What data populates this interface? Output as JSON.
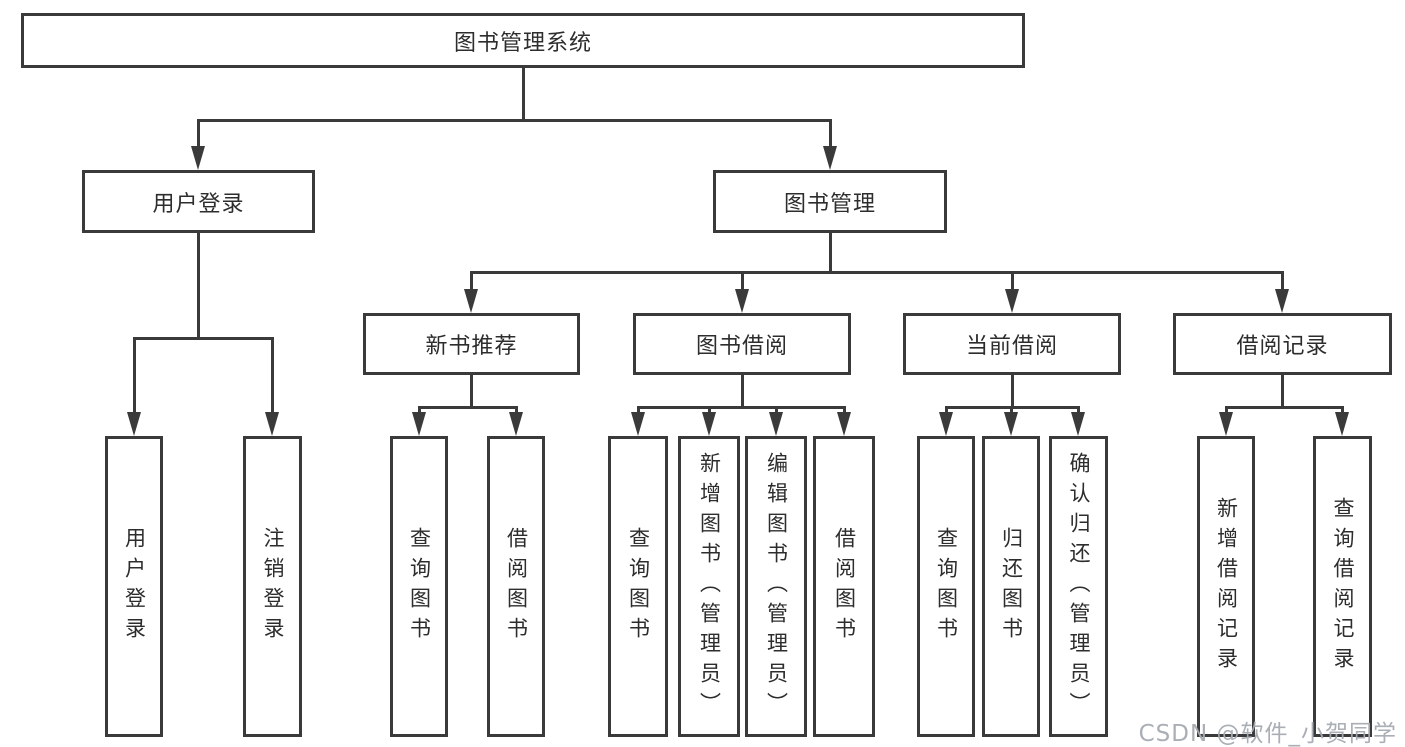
{
  "tree": {
    "root": {
      "label": "图书管理系统"
    },
    "branches": [
      {
        "label": "用户登录",
        "children": [
          {
            "label": "用户登录"
          },
          {
            "label": "注销登录"
          }
        ]
      },
      {
        "label": "图书管理",
        "children": [
          {
            "label": "新书推荐",
            "children": [
              {
                "label": "查询图书"
              },
              {
                "label": "借阅图书"
              }
            ]
          },
          {
            "label": "图书借阅",
            "children": [
              {
                "label": "查询图书"
              },
              {
                "label": "新增图书（管理员）"
              },
              {
                "label": "编辑图书（管理员）"
              },
              {
                "label": "借阅图书"
              }
            ]
          },
          {
            "label": "当前借阅",
            "children": [
              {
                "label": "查询图书"
              },
              {
                "label": "归还图书"
              },
              {
                "label": "确认归还（管理员）"
              }
            ]
          },
          {
            "label": "借阅记录",
            "children": [
              {
                "label": "新增借阅记录"
              },
              {
                "label": "查询借阅记录"
              }
            ]
          }
        ]
      }
    ]
  },
  "watermark": "CSDN @软件_小贺同学",
  "colors": {
    "background": "#ffffff",
    "line": "#3a3a3a",
    "text": "#2d2d2d",
    "watermark": "#a5aab1"
  }
}
